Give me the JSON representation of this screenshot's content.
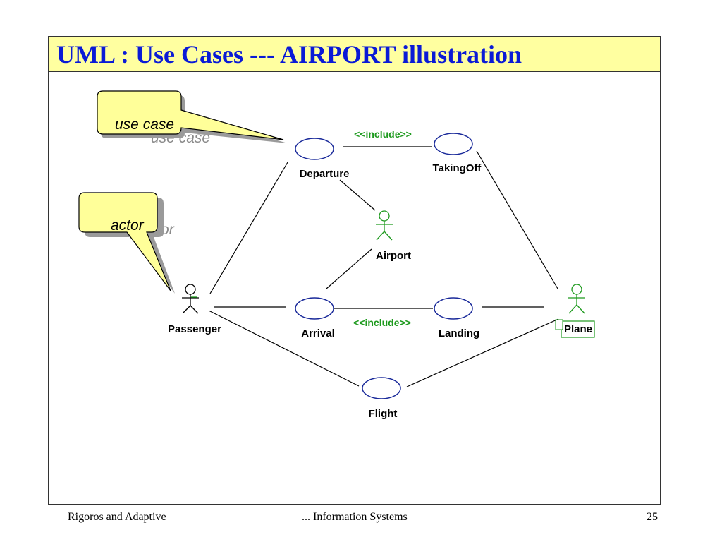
{
  "slide": {
    "title": "UML : Use Cases --- AIRPORT illustration"
  },
  "callouts": {
    "use_case": "use case",
    "actor": "actor"
  },
  "use_cases": {
    "departure": "Departure",
    "taking_off": "TakingOff",
    "arrival": "Arrival",
    "landing": "Landing",
    "flight": "Flight"
  },
  "actors": {
    "passenger": "Passenger",
    "airport": "Airport",
    "plane": "Plane"
  },
  "relations": {
    "include_top": "<<include>>",
    "include_bottom": "<<include>>"
  },
  "footer": {
    "left": "Rigoros and Adaptive",
    "center": "... Information Systems",
    "page": "25"
  },
  "colors": {
    "title_text": "#0a1ad6",
    "title_background": "#ffffa0",
    "callout_fill": "#ffff99",
    "callout_shadow": "#9a9a9a",
    "use_case_stroke": "#1a2a9a",
    "actor_green": "#1e9a1e",
    "include_label": "#1e9a1e"
  }
}
